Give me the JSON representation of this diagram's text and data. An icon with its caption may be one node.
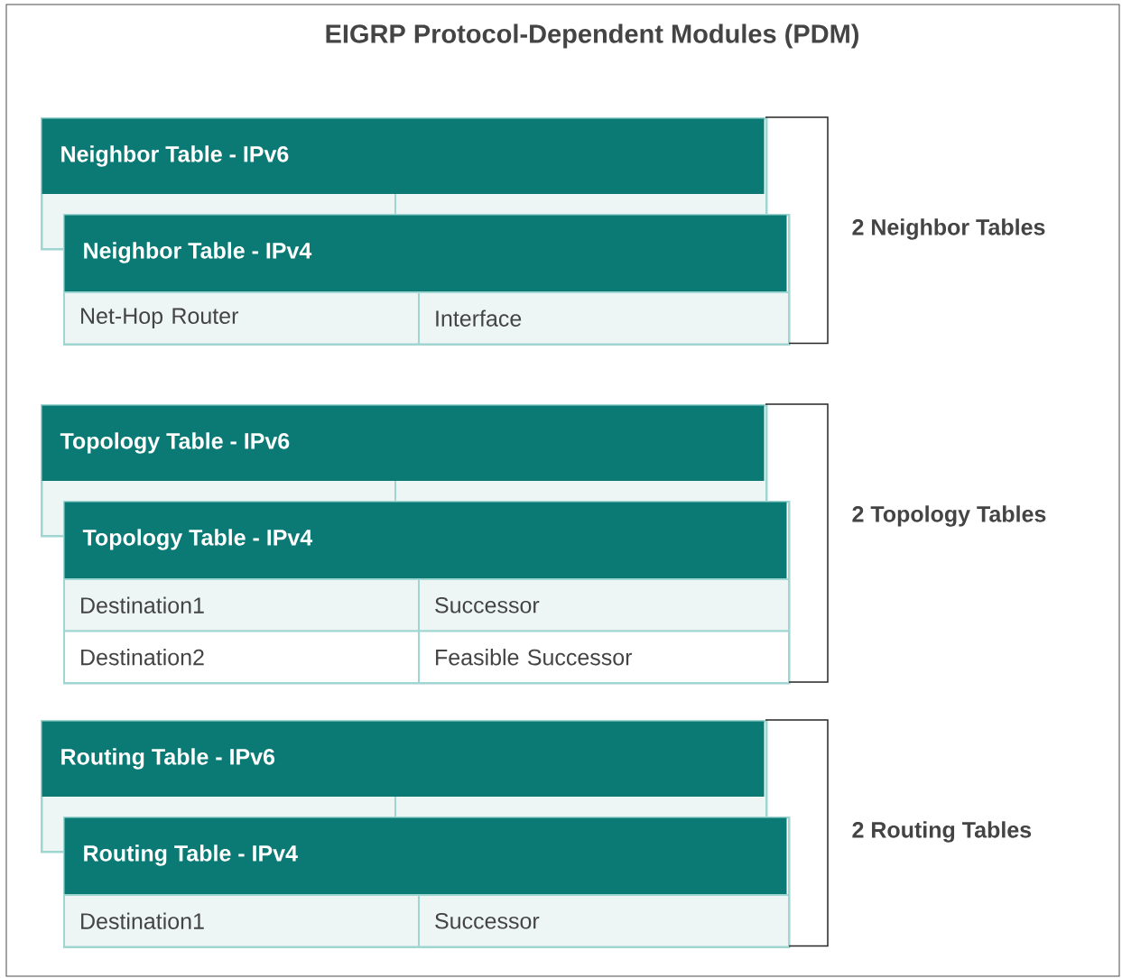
{
  "diagram": {
    "title": "EIGRP Protocol-Dependent Modules (PDM)",
    "nodes": [
      {
        "text": [
          "Neighbor Table - IPv6"
        ]
      },
      {
        "text": [
          "Neighbor Table - IPv4"
        ]
      },
      {
        "text": [
          "Net-Hop Router"
        ],
        "in": 1
      },
      {
        "text": [
          "Interface"
        ],
        "in": 1
      },
      {
        "text": [
          "Topology Table - IPv6"
        ]
      },
      {
        "text": [
          "Topology Table - IPv4"
        ]
      },
      {
        "text": [
          "Destination1"
        ],
        "in": 5
      },
      {
        "text": [
          "Successor"
        ],
        "in": 5
      },
      {
        "text": [
          "Destination2"
        ],
        "in": 5
      },
      {
        "text": [
          "Feasible Successor"
        ],
        "in": 5
      },
      {
        "text": [
          "Routing Table - IPv6"
        ]
      },
      {
        "text": [
          "Routing Table - IPv4"
        ]
      },
      {
        "text": [
          "Destination1"
        ],
        "in": 11
      },
      {
        "text": [
          "Successor"
        ],
        "in": 11
      }
    ],
    "labels": [
      "2 Neighbor Tables",
      "2 Topology Tables",
      "2 Routing Tables"
    ]
  }
}
